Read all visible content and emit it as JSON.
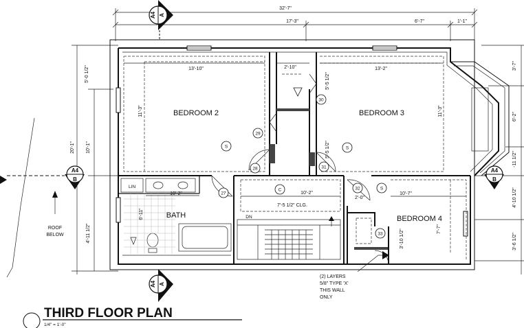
{
  "title": "THIRD FLOOR PLAN",
  "scale": "1/4\" = 1'-0\"",
  "rooms": {
    "bedroom2": "BEDROOM 2",
    "bedroom3": "BEDROOM 3",
    "bedroom4": "BEDROOM 4",
    "bath": "BATH",
    "lin": "LIN"
  },
  "dimensions": {
    "top_overall": "32'-7\"",
    "top_a": "17'-3\"",
    "top_b": "6'-7\"",
    "top_c": "1'-1\"",
    "b2_width": "13'-10\"",
    "hall_width": "2'-10\"",
    "b3_width": "13'-2\"",
    "b2_depth": "11'-3\"",
    "b3_depth": "11'-3\"",
    "closet_a": "5'-5 1/2\"",
    "closet_b": "5'-5 1/2\"",
    "hall_length": "10'-2\"",
    "ceiling": "7'-5 1/2\" CLG.",
    "closet_c": "2'-0\"",
    "b4_width": "10'-7\"",
    "b4_depth": "7'-7\"",
    "b4_closet": "3'-10 1/2\"",
    "bath_w": "10'-2\"",
    "bath_d": "6'-11\"",
    "left_1": "5'-0 1/2\"",
    "left_2": "20'-1\"",
    "left_3": "10'-1\"",
    "left_4": "4'-11 1/2\"",
    "right_1": "3'-7\"",
    "right_2": "6'-2\"",
    "right_3": "-11 1/2\"",
    "right_4": "4'-10 1/2\"",
    "right_5": "3'-6 1/2\""
  },
  "section_markers": {
    "top": {
      "sheet": "A4",
      "letter": "A"
    },
    "bottom": {
      "sheet": "A4",
      "letter": "A"
    },
    "left": {
      "sheet": "A4",
      "letter": "B"
    },
    "right": {
      "sheet": "A4",
      "letter": "B"
    }
  },
  "door_tags": [
    "27",
    "28",
    "29",
    "30",
    "31",
    "32",
    "33"
  ],
  "symbols": {
    "smoke": "S",
    "co": "C",
    "dn": "DN"
  },
  "notes": {
    "roof_below": [
      "ROOF",
      "BELOW"
    ],
    "wall_note": [
      "(2) LAYERS",
      "5/8\" TYPE 'X'",
      "THIS WALL",
      "ONLY"
    ]
  }
}
